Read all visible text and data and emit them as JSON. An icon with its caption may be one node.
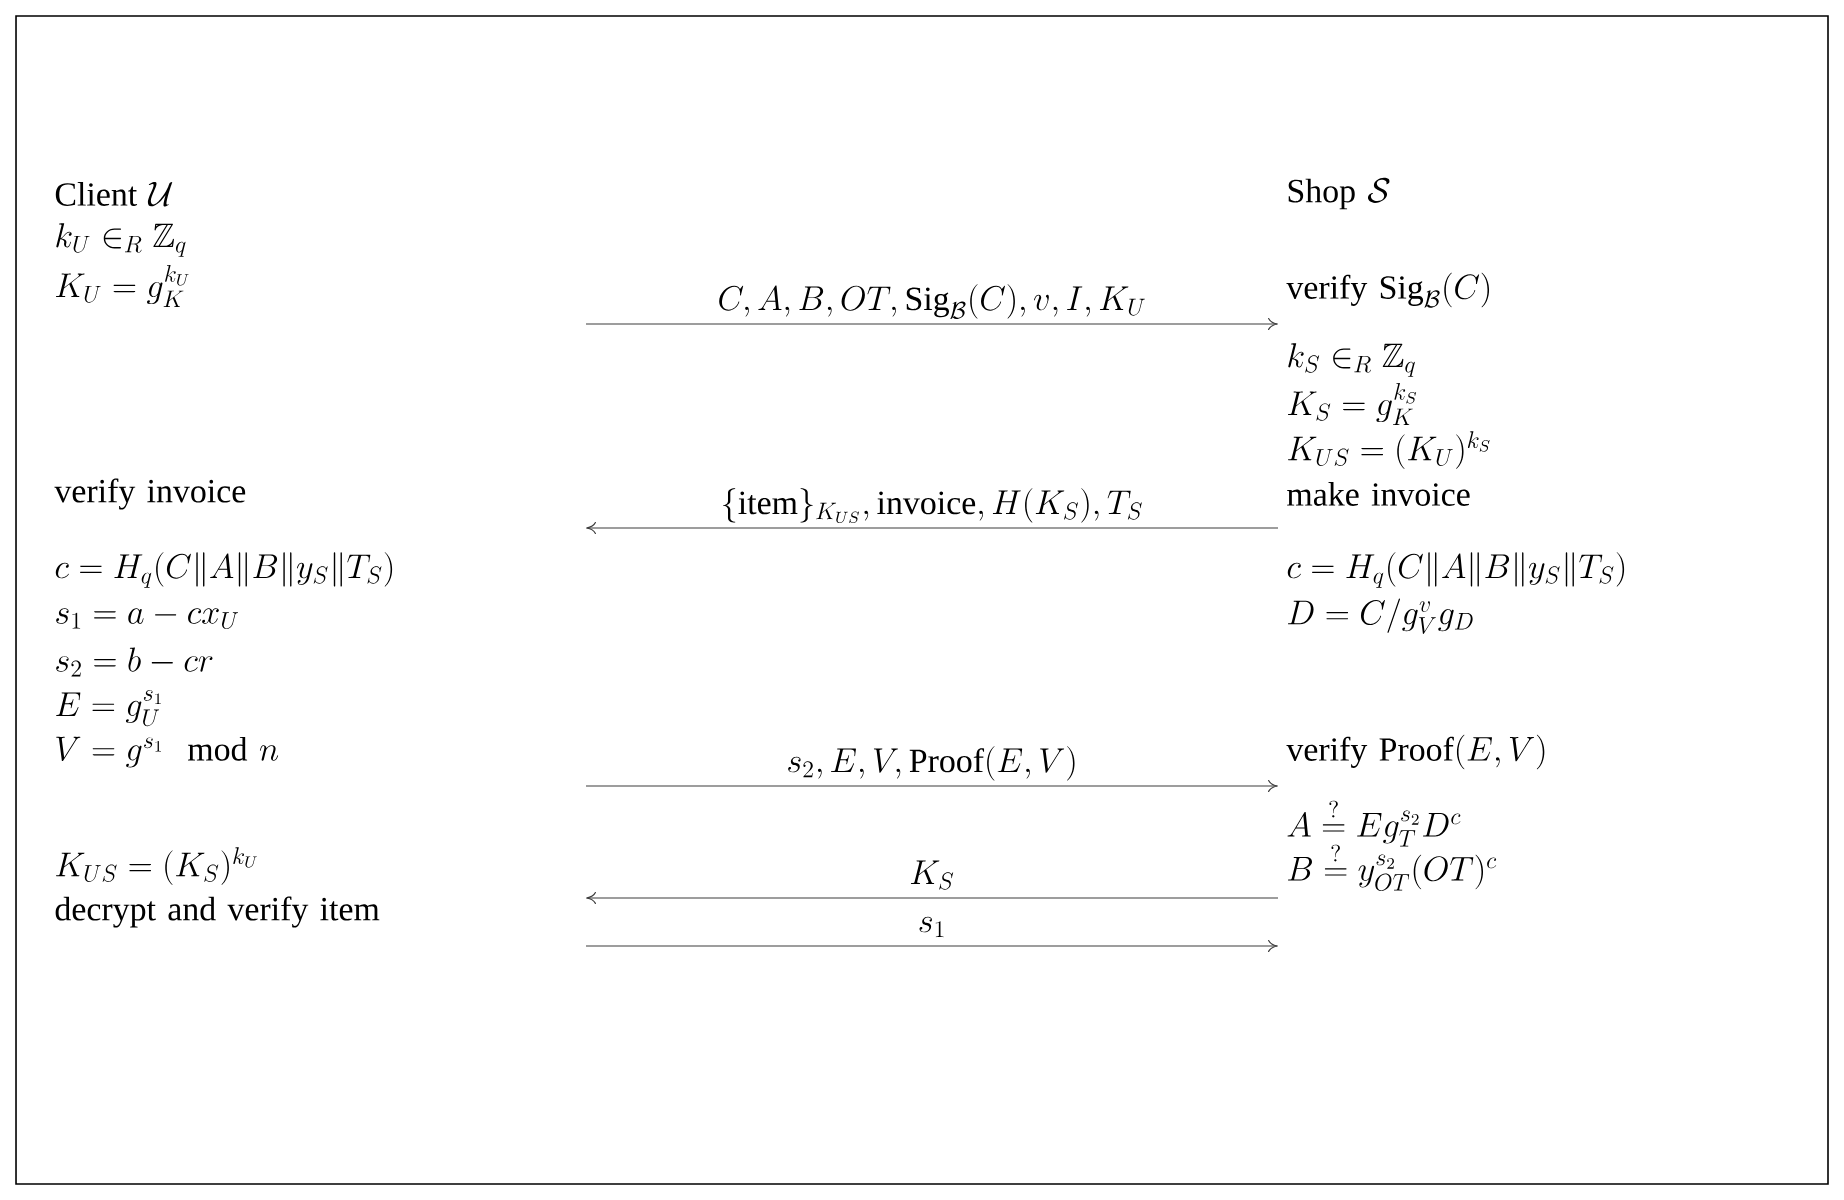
{
  "diagram": {
    "nodes": [
      {
        "text": [
          "\\text{Client } \\mathcal{U}"
        ]
      },
      {
        "text": [
          "\\text{Shop } \\mathcal{S}"
        ]
      },
      {
        "text": [
          "k_U \\in_R \\mathbb{Z}_q"
        ]
      },
      {
        "text": [
          "K_U = g_K^{k_U}"
        ]
      },
      {
        "text": [
          "\\text{verify } \\mathrm{Sig}_{\\mathcal{B}}(C)"
        ]
      },
      {
        "text": [
          "k_S \\in_R \\mathbb{Z}_q"
        ]
      },
      {
        "text": [
          "K_S = g_K^{k_S}"
        ]
      },
      {
        "text": [
          "K_{US} = (K_U)^{k_S}"
        ]
      },
      {
        "text": [
          "\\text{verify invoice}"
        ]
      },
      {
        "text": [
          "\\text{make invoice}"
        ]
      },
      {
        "text": [
          "c = H_q(C \\| A \\| B \\| y_S \\| T_S)"
        ]
      },
      {
        "text": [
          "c = H_q(C \\| A \\| B \\| y_S \\| T_S)"
        ]
      },
      {
        "text": [
          "s_1 = a - c x_U"
        ]
      },
      {
        "text": [
          "D = C / g_V^v g_D"
        ]
      },
      {
        "text": [
          "s_2 = b - cr"
        ]
      },
      {
        "text": [
          "E = g_U^{s_1}"
        ]
      },
      {
        "text": [
          "V = g^{s_1} \\mod n"
        ]
      },
      {
        "text": [
          "\\text{verify } \\mathrm{Proof}(E, V)"
        ]
      },
      {
        "text": [
          "A \\stackrel{?}{=} E g_T^{s_2} D^c"
        ]
      },
      {
        "text": [
          "K_{US} = (K_S)^{k_U}"
        ]
      },
      {
        "text": [
          "B \\stackrel{?}{=} y_{OT}^{s_2} (OT)^c"
        ]
      },
      {
        "text": [
          "\\text{decrypt and verify item}"
        ]
      }
    ],
    "labels": [
      "C, A, B, OT, \\mathrm{Sig}_{\\mathcal{B}}(C), v, I, K_U",
      "\\{\\mathrm{item}\\}_{K_{US}}, \\mathrm{invoice}, H(K_S), T_S",
      "s_2, E, V, \\mathrm{Proof}(E, V)",
      "K_S",
      "s_1"
    ]
  }
}
